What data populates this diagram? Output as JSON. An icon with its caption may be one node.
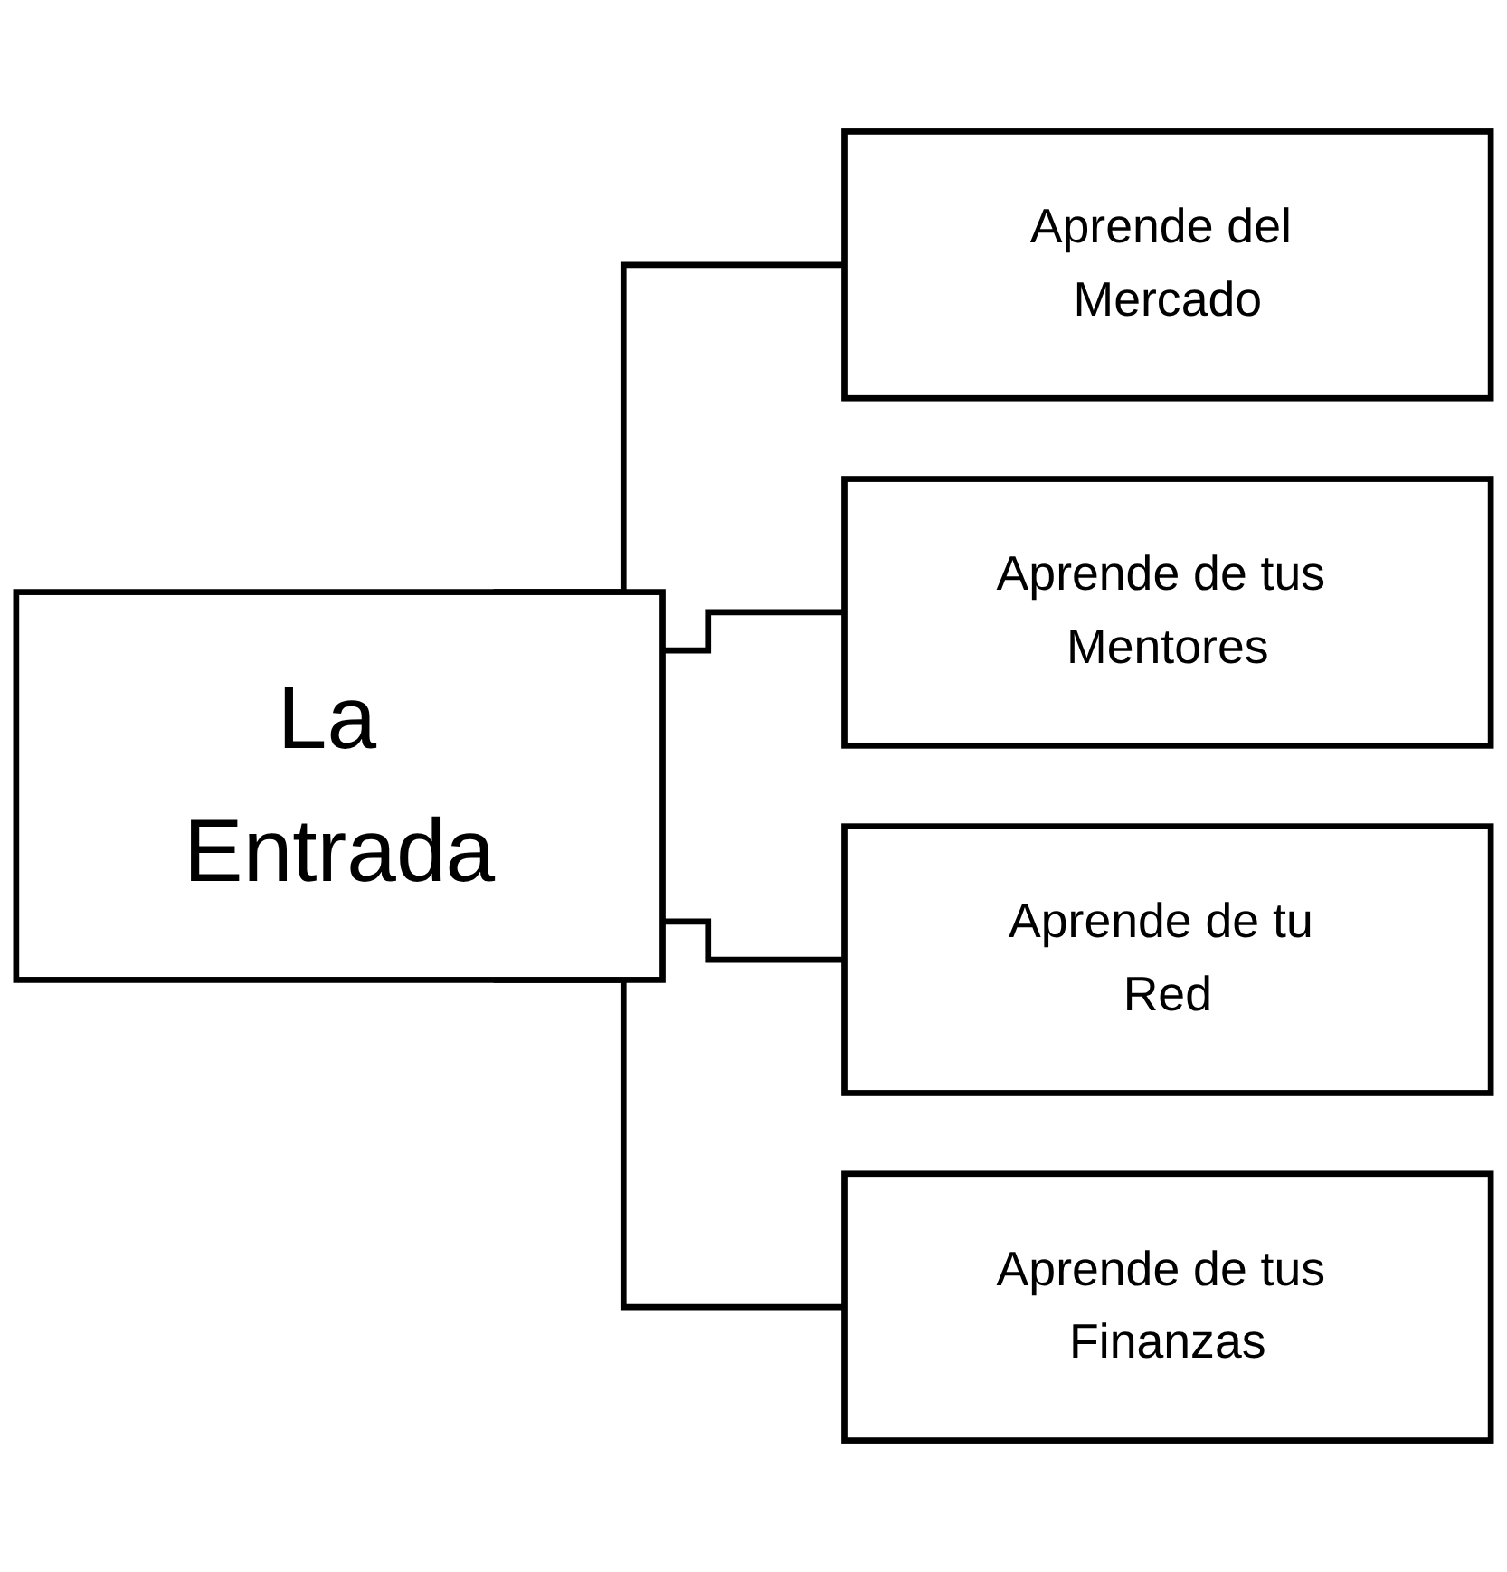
{
  "diagram": {
    "nodes": [
      {
        "text": [
          "La Entrada"
        ]
      },
      {
        "text": [
          "Aprende del Mercado"
        ]
      },
      {
        "text": [
          "Aprende de tus Mentores"
        ]
      },
      {
        "text": [
          "Aprende de tu Red"
        ]
      },
      {
        "text": [
          "Aprende de tus Finanzas"
        ]
      }
    ],
    "edges": [
      {
        "from": 0,
        "to": 1,
        "arrow": "none"
      },
      {
        "from": 0,
        "to": 2,
        "arrow": "none"
      },
      {
        "from": 0,
        "to": 3,
        "arrow": "none"
      },
      {
        "from": 0,
        "to": 4,
        "arrow": "none"
      }
    ]
  }
}
